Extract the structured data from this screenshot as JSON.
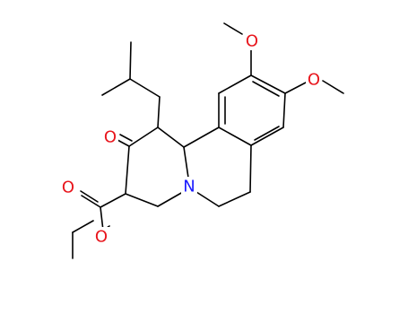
{
  "molecule": {
    "atoms": {
      "ring_nitrogen": "N",
      "ketone_oxygen": "O",
      "ester_carbonyl_oxygen": "O",
      "ester_ether_oxygen": "O",
      "methoxy_oxygen_top": "O",
      "methoxy_oxygen_right": "O"
    },
    "colors": {
      "bond": "#000000",
      "nitrogen": "#1a1aff",
      "oxygen": "#e8141b",
      "background": "#ffffff"
    }
  }
}
